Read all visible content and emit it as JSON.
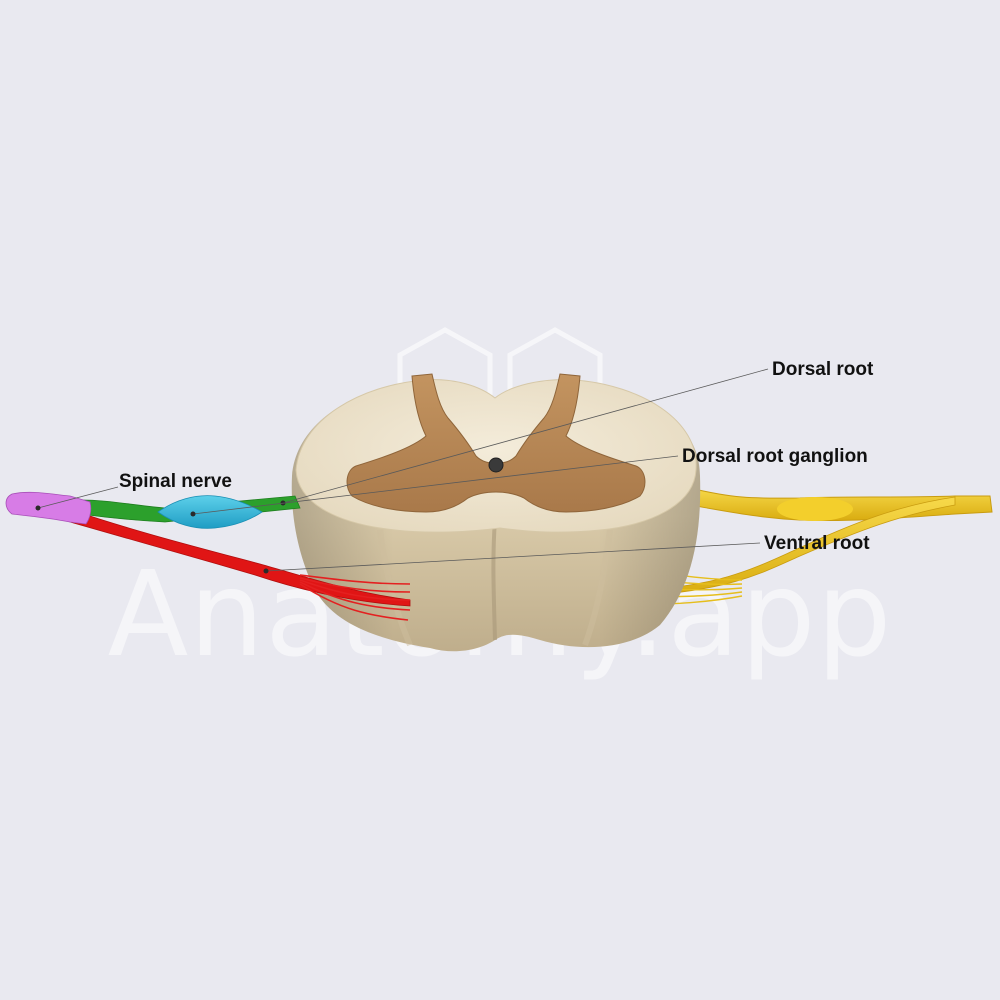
{
  "watermark": {
    "text": "Anatomy.app",
    "logo_icon": "anatomy-app-logo"
  },
  "labels": {
    "dorsal_root": "Dorsal root",
    "dorsal_root_ganglion": "Dorsal root ganglion",
    "spinal_nerve": "Spinal nerve",
    "ventral_root": "Ventral root"
  },
  "structures": [
    {
      "name": "spinal-cord-white-matter",
      "color": "#ece3cf"
    },
    {
      "name": "spinal-cord-grey-matter",
      "color": "#b78a55"
    },
    {
      "name": "central-canal",
      "color": "#3a3a3a"
    },
    {
      "name": "left-dorsal-root",
      "color": "#2ca02c"
    },
    {
      "name": "left-dorsal-root-ganglion",
      "color": "#38b8d8"
    },
    {
      "name": "left-ventral-root",
      "color": "#e01515"
    },
    {
      "name": "left-spinal-nerve",
      "color": "#d77ce6"
    },
    {
      "name": "right-nerve-roots",
      "color": "#f0c820"
    }
  ]
}
